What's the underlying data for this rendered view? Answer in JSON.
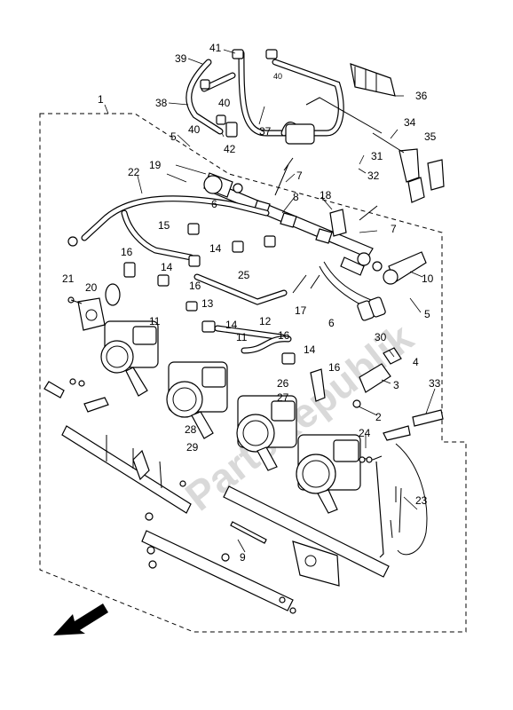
{
  "diagram": {
    "watermark": "PartsRepublik",
    "callouts": [
      {
        "id": "c1",
        "text": "1"
      },
      {
        "id": "c2",
        "text": "2"
      },
      {
        "id": "c3",
        "text": "3"
      },
      {
        "id": "c4",
        "text": "4"
      },
      {
        "id": "c5a",
        "text": "5"
      },
      {
        "id": "c5b",
        "text": "5"
      },
      {
        "id": "c6a",
        "text": "6"
      },
      {
        "id": "c6b",
        "text": "6"
      },
      {
        "id": "c7a",
        "text": "7"
      },
      {
        "id": "c7b",
        "text": "7"
      },
      {
        "id": "c8",
        "text": "8"
      },
      {
        "id": "c9",
        "text": "9"
      },
      {
        "id": "c10",
        "text": "10"
      },
      {
        "id": "c11a",
        "text": "11"
      },
      {
        "id": "c11b",
        "text": "11"
      },
      {
        "id": "c12",
        "text": "12"
      },
      {
        "id": "c13",
        "text": "13"
      },
      {
        "id": "c14a",
        "text": "14"
      },
      {
        "id": "c14b",
        "text": "14"
      },
      {
        "id": "c14c",
        "text": "14"
      },
      {
        "id": "c14d",
        "text": "14"
      },
      {
        "id": "c15",
        "text": "15"
      },
      {
        "id": "c16a",
        "text": "16"
      },
      {
        "id": "c16b",
        "text": "16"
      },
      {
        "id": "c16c",
        "text": "16"
      },
      {
        "id": "c16d",
        "text": "16"
      },
      {
        "id": "c17",
        "text": "17"
      },
      {
        "id": "c18",
        "text": "18"
      },
      {
        "id": "c19",
        "text": "19"
      },
      {
        "id": "c20",
        "text": "20"
      },
      {
        "id": "c21",
        "text": "21"
      },
      {
        "id": "c22",
        "text": "22"
      },
      {
        "id": "c23",
        "text": "23"
      },
      {
        "id": "c24",
        "text": "24"
      },
      {
        "id": "c25",
        "text": "25"
      },
      {
        "id": "c26",
        "text": "26"
      },
      {
        "id": "c27",
        "text": "27"
      },
      {
        "id": "c28",
        "text": "28"
      },
      {
        "id": "c29",
        "text": "29"
      },
      {
        "id": "c30",
        "text": "30"
      },
      {
        "id": "c31",
        "text": "31"
      },
      {
        "id": "c32",
        "text": "32"
      },
      {
        "id": "c33",
        "text": "33"
      },
      {
        "id": "c34",
        "text": "34"
      },
      {
        "id": "c35",
        "text": "35"
      },
      {
        "id": "c36",
        "text": "36"
      },
      {
        "id": "c37",
        "text": "37"
      },
      {
        "id": "c38",
        "text": "38"
      },
      {
        "id": "c39",
        "text": "39"
      },
      {
        "id": "c40a",
        "text": "40"
      },
      {
        "id": "c40b",
        "text": "40"
      },
      {
        "id": "c40c",
        "text": "40"
      },
      {
        "id": "c41",
        "text": "41"
      },
      {
        "id": "c42",
        "text": "42"
      }
    ]
  }
}
